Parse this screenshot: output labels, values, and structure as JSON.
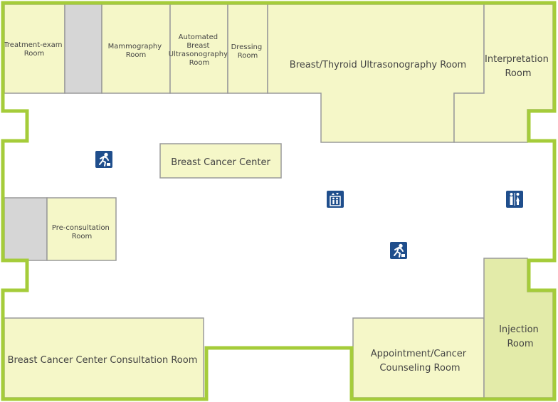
{
  "floor_map": {
    "colors": {
      "wall": "#a5cc3a",
      "room_fill": "#f5f7c8",
      "room_stroke": "#9a9a9a",
      "storage_fill": "#d6d6d6",
      "injection_fill": "#e3eba9",
      "icon": "#1f4e8c"
    },
    "rooms": {
      "treatment_exam": [
        "Treatment-exam",
        "Room"
      ],
      "mammography": [
        "Mammography",
        "Room"
      ],
      "automated_breast": [
        "Automated",
        "Breast",
        "Ultrasonography",
        "Room"
      ],
      "dressing": [
        "Dressing",
        "Room"
      ],
      "breast_thyroid": [
        "Breast/Thyroid Ultrasonography Room"
      ],
      "interpretation": [
        "Interpretation",
        "Room"
      ],
      "breast_cancer_center": [
        "Breast Cancer Center"
      ],
      "pre_consultation": [
        "Pre-consultation",
        "Room"
      ],
      "consultation": [
        "Breast Cancer Center Consultation Room"
      ],
      "appointment": [
        "Appointment/Cancer",
        "Counseling Room"
      ],
      "injection": [
        "Injection",
        "Room"
      ]
    },
    "icons": {
      "emergency_exit": "emergency-exit-icon",
      "elevator": "elevator-icon",
      "restroom": "restroom-icon"
    }
  }
}
